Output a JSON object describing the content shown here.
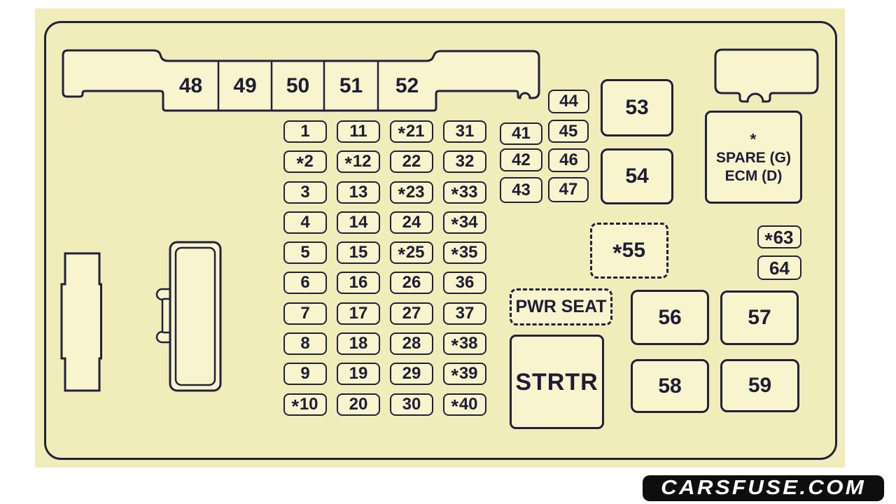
{
  "colors": {
    "page_bg": "#f0edbb",
    "outline": "#20203a",
    "box_fill": "#f7f4ce",
    "watermark_bg": "#0e0e0e",
    "watermark_text": "#ffffff"
  },
  "top_row": {
    "labels": [
      "48",
      "49",
      "50",
      "51",
      "52"
    ]
  },
  "fuse_grid": {
    "rows": [
      [
        "1",
        "11",
        "*21",
        "31"
      ],
      [
        "*2",
        "*12",
        "22",
        "32"
      ],
      [
        "3",
        "13",
        "*23",
        "*33"
      ],
      [
        "4",
        "14",
        "24",
        "*34"
      ],
      [
        "5",
        "15",
        "*25",
        "*35"
      ],
      [
        "6",
        "16",
        "26",
        "36"
      ],
      [
        "7",
        "17",
        "27",
        "37"
      ],
      [
        "8",
        "18",
        "28",
        "*38"
      ],
      [
        "9",
        "19",
        "29",
        "*39"
      ],
      [
        "*10",
        "20",
        "30",
        "*40"
      ]
    ]
  },
  "side_columns": {
    "col_a": [
      "41",
      "42",
      "43"
    ],
    "col_b": [
      "44",
      "45",
      "46",
      "47"
    ]
  },
  "boxes": {
    "b53": "53",
    "b54": "54",
    "b55": "*55",
    "b56": "56",
    "b57": "57",
    "b58": "58",
    "b59": "59",
    "b63": "*63",
    "b64": "64",
    "spare_star": "*",
    "spare_line1": "SPARE (G)",
    "spare_line2": "ECM (D)",
    "pwr_seat": "PWR SEAT",
    "strtr": "STRTR"
  },
  "watermark": {
    "text": "CARSFUSE.COM"
  }
}
